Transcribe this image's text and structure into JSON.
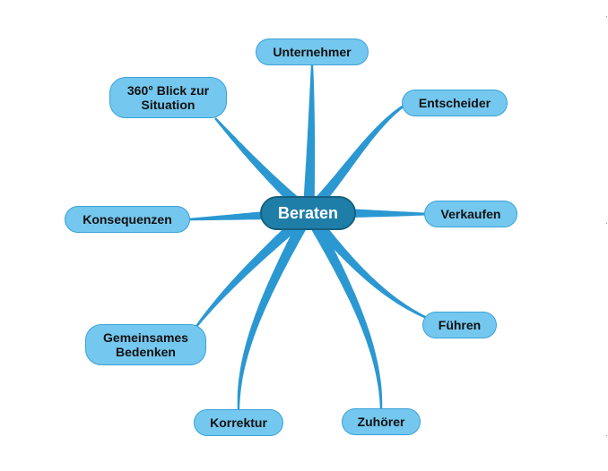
{
  "root": {
    "label": "Beraten"
  },
  "branches": [
    {
      "key": "unternehmer",
      "label": "Unternehmer"
    },
    {
      "key": "entscheider",
      "label": "Entscheider"
    },
    {
      "key": "verkaufen",
      "label": "Verkaufen"
    },
    {
      "key": "fuehren",
      "label": "Führen"
    },
    {
      "key": "zuhoerer",
      "label": "Zuhörer"
    },
    {
      "key": "korrektur",
      "label": "Korrektur"
    },
    {
      "key": "gemeinsames-bedenken",
      "label": "Gemeinsames\nBedenken"
    },
    {
      "key": "konsequenzen",
      "label": "Konsequenzen"
    },
    {
      "key": "blick",
      "label": "360° Blick zur\nSituation"
    }
  ],
  "colors": {
    "branch_fill": "#74c7ee",
    "branch_border": "#3aa2d8",
    "root_fill": "#1f7ea8",
    "connector": "#2b98d2"
  }
}
